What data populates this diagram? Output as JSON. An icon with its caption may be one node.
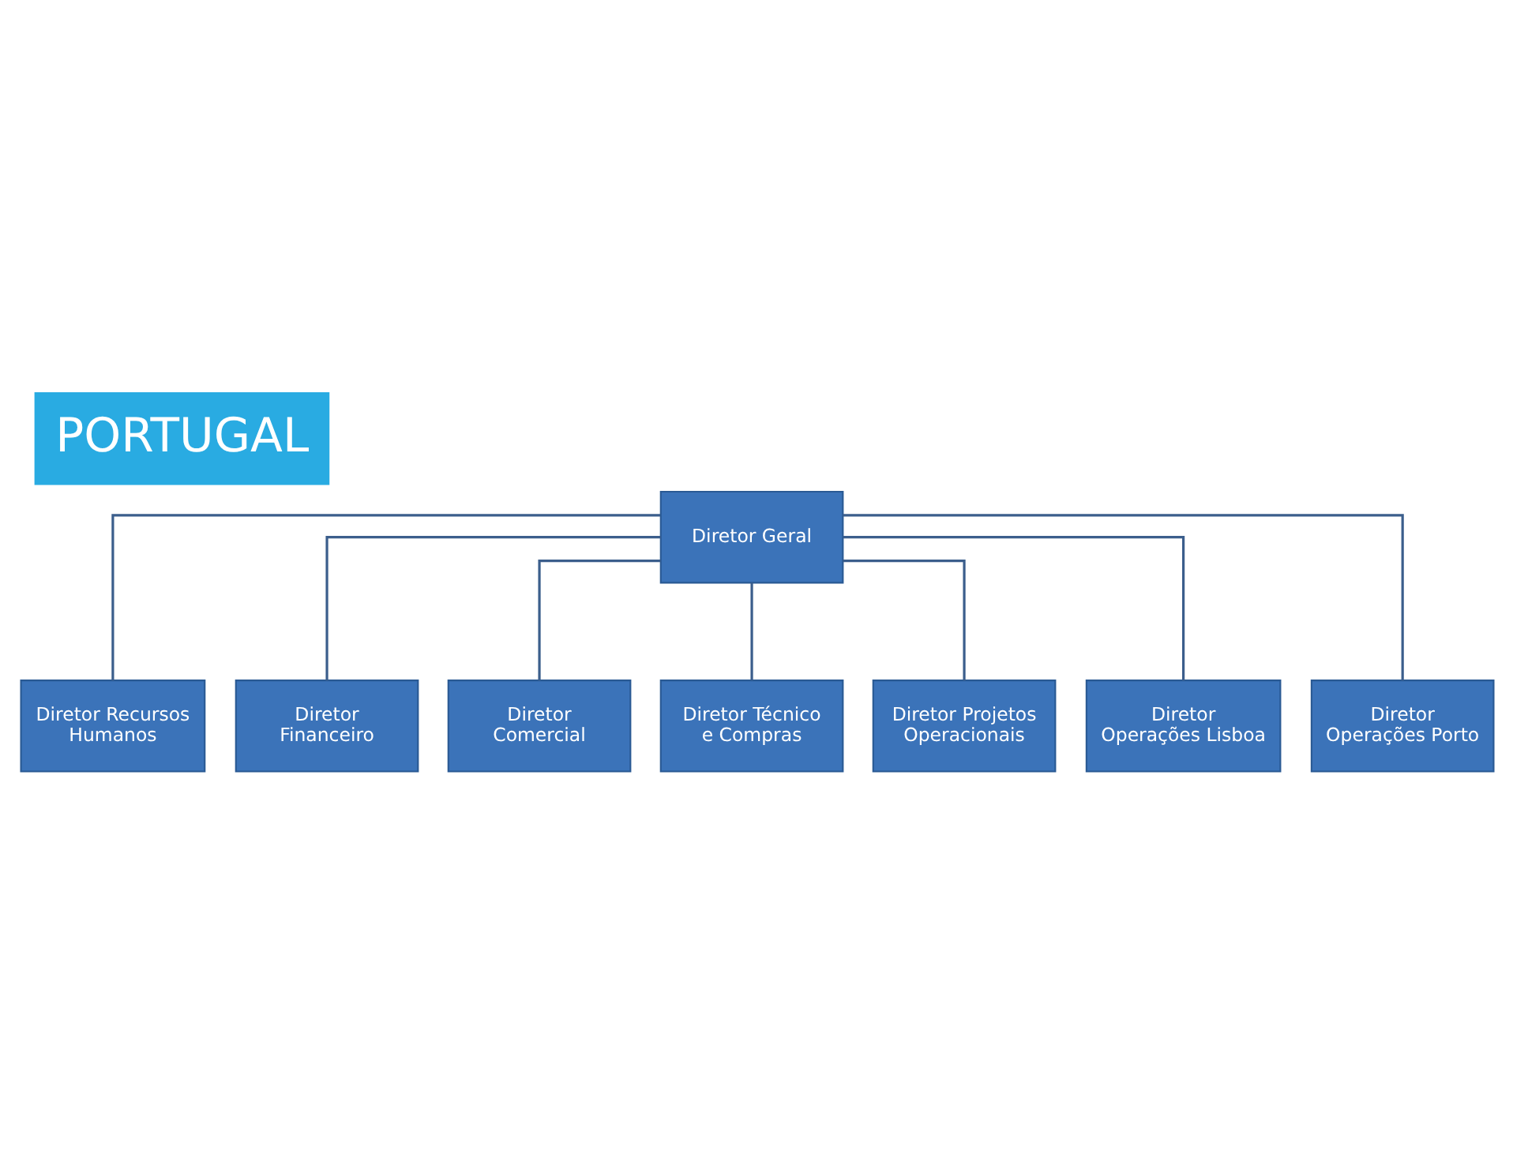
{
  "diagram": {
    "title": "PORTUGAL",
    "nodes": [
      {
        "text": [
          "Diretor Geral"
        ]
      },
      {
        "text": [
          "Diretor Recursos Humanos"
        ]
      },
      {
        "text": [
          "Diretor Financeiro"
        ]
      },
      {
        "text": [
          "Diretor Comercial"
        ]
      },
      {
        "text": [
          "Diretor Técnico e Compras"
        ]
      },
      {
        "text": [
          "Diretor Projetos Operacionais"
        ]
      },
      {
        "text": [
          "Diretor Operações Lisboa"
        ]
      },
      {
        "text": [
          "Diretor Operações Porto"
        ]
      }
    ],
    "edges": [
      {
        "from": 0,
        "to": 1,
        "arrow": "none"
      },
      {
        "from": 0,
        "to": 2,
        "arrow": "none"
      },
      {
        "from": 0,
        "to": 3,
        "arrow": "none"
      },
      {
        "from": 0,
        "to": 4,
        "arrow": "none"
      },
      {
        "from": 0,
        "to": 5,
        "arrow": "none"
      },
      {
        "from": 0,
        "to": 6,
        "arrow": "none"
      },
      {
        "from": 0,
        "to": 7,
        "arrow": "none"
      }
    ]
  }
}
